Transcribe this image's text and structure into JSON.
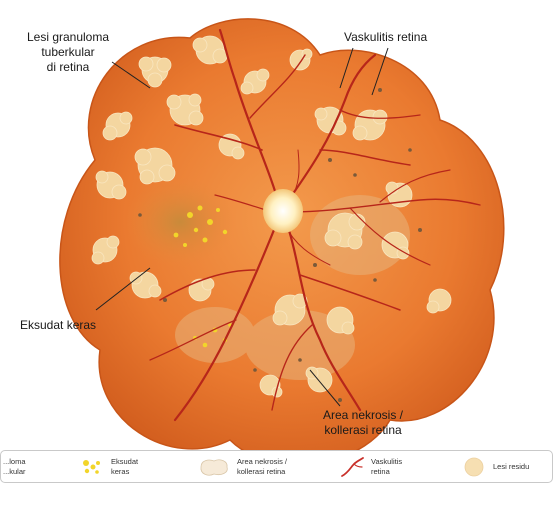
{
  "callouts": {
    "granuloma": [
      "Lesi granuloma",
      "tuberkular",
      "di retina"
    ],
    "vaskulitis": [
      "Vaskulitis retina"
    ],
    "eksudat": [
      "Eksudat keras"
    ],
    "nekrosis": [
      "Area nekrosis /",
      "kollerasi retina"
    ]
  },
  "legend": [
    {
      "icon": "granuloma-lesion-icon",
      "lines": [
        "...loma",
        "...kular"
      ]
    },
    {
      "icon": "hard-exudate-icon",
      "lines": [
        "Eksudat",
        "keras"
      ]
    },
    {
      "icon": "necrosis-area-icon",
      "lines": [
        "Area nekrosis /",
        "kollerasi retina"
      ]
    },
    {
      "icon": "vasculitis-icon",
      "lines": [
        "Vaskulitis",
        "retina"
      ]
    },
    {
      "icon": "residual-lesion-icon",
      "lines": [
        "Lesi residu"
      ]
    }
  ],
  "colors": {
    "fundus_base": "#e8742c",
    "fundus_rim": "#d35f1e",
    "lesion": "#f2d29a",
    "exudate": "#f0d020",
    "vessel": "#b7261a",
    "optic_disc": "#fff3c8"
  }
}
